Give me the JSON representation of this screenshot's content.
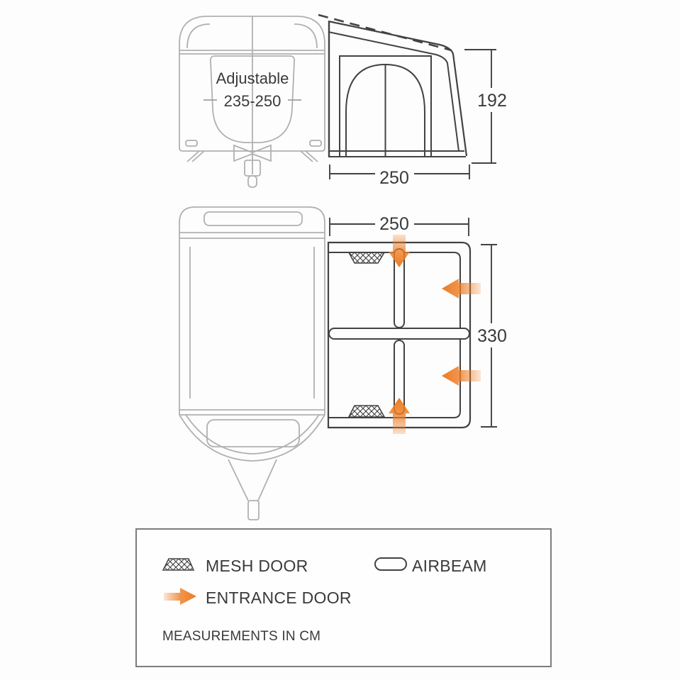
{
  "side_view": {
    "adjustable_line1": "Adjustable",
    "adjustable_line2": "235-250",
    "height_cm": "192",
    "width_cm": "250"
  },
  "plan_view": {
    "width_cm": "250",
    "depth_cm": "330"
  },
  "legend": {
    "items": [
      {
        "symbol": "mesh-door-icon",
        "label": "MESH DOOR"
      },
      {
        "symbol": "airbeam-icon",
        "label": "AIRBEAM"
      },
      {
        "symbol": "entrance-door-icon",
        "label": "ENTRANCE DOOR"
      }
    ],
    "note": "MEASUREMENTS IN CM"
  },
  "colors": {
    "accent_orange": "#ed7c23",
    "line_dark": "#424242",
    "line_light": "#b0b0b0"
  }
}
